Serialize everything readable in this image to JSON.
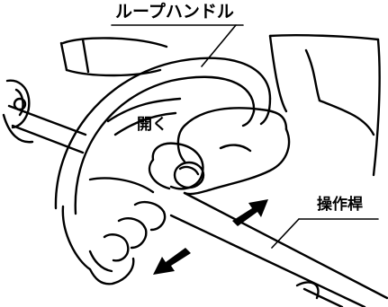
{
  "labels": {
    "loop_handle": "ループハンドル",
    "open": "開く",
    "operating_rod": "操作桿"
  },
  "colors": {
    "ink": "#000000",
    "paper": "#ffffff"
  }
}
